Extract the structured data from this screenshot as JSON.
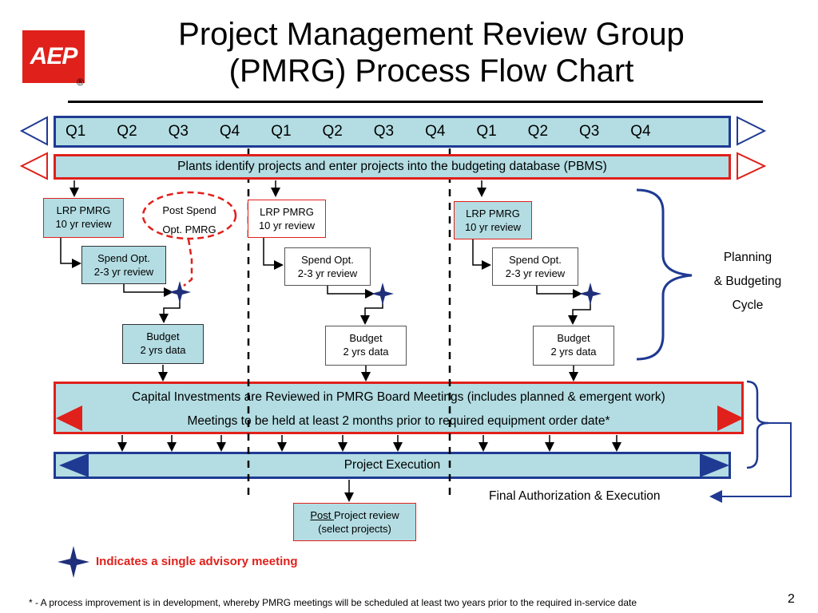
{
  "title": {
    "line1": "Project Management Review Group",
    "line2": "(PMRG) Process Flow Chart"
  },
  "logo": {
    "text": "AEP",
    "reg": "®"
  },
  "quarters": [
    "Q1",
    "Q2",
    "Q3",
    "Q4",
    "Q1",
    "Q2",
    "Q3",
    "Q4",
    "Q1",
    "Q2",
    "Q3",
    "Q4"
  ],
  "plants_bar": "Plants identify projects and enter projects into the budgeting database (PBMS)",
  "lrp_line1": "LRP PMRG",
  "lrp_line2": "10 yr review",
  "spend_line1": "Spend Opt.",
  "spend_line2": "2-3 yr review",
  "budget_line1": "Budget",
  "budget_line2": "2 yrs data",
  "post_spend": {
    "line1": "Post Spend",
    "line2": "Opt. PMRG"
  },
  "planning": {
    "line1": "Planning",
    "line2": "& Budgeting",
    "line3": "Cycle"
  },
  "capital": {
    "line1": "Capital Investments are Reviewed in PMRG Board Meetings (includes planned & emergent work)",
    "line2": "Meetings to be held at least 2 months prior to required equipment order date*"
  },
  "execution": "Project Execution",
  "final_auth": "Final Authorization & Execution",
  "post_review": {
    "underlined": "Post ",
    "rest": "Project review",
    "line2": "(select projects)"
  },
  "legend": "Indicates a single advisory meeting",
  "footnote": "* - A process improvement is in development, whereby PMRG meetings will be scheduled at least two years prior to the required in-service date",
  "page_number": "2",
  "colors": {
    "red": "#e0201b",
    "navy": "#1f3a93",
    "fill": "#b3dde3"
  }
}
